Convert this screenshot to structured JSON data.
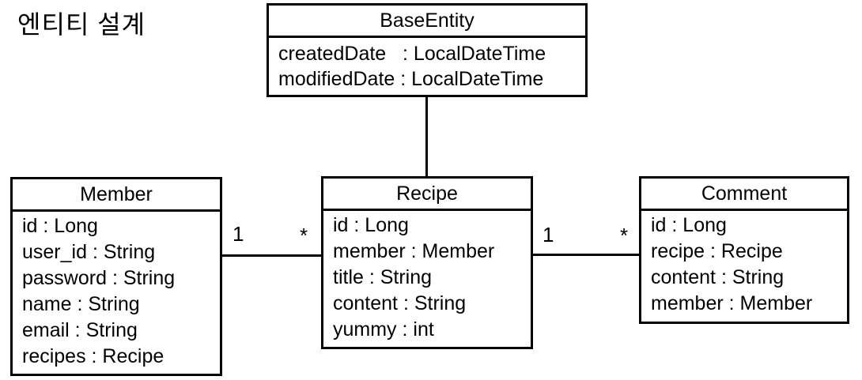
{
  "page": {
    "title": "엔티티 설계",
    "background_color": "#ffffff",
    "line_color": "#000000",
    "text_color": "#000000"
  },
  "diagram": {
    "type": "uml-class-diagram",
    "classes": [
      {
        "id": "base_entity",
        "name": "BaseEntity",
        "attributes": [
          "createdDate   : LocalDateTime",
          "modifiedDate : LocalDateTime"
        ]
      },
      {
        "id": "member",
        "name": "Member",
        "attributes": [
          "id : Long",
          "user_id : String",
          "password : String",
          "name : String",
          "email : String",
          "recipes : Recipe"
        ]
      },
      {
        "id": "recipe",
        "name": "Recipe",
        "attributes": [
          "id : Long",
          "member : Member",
          "title : String",
          "content : String",
          "yummy : int"
        ]
      },
      {
        "id": "comment",
        "name": "Comment",
        "attributes": [
          "id : Long",
          "recipe : Recipe",
          "content : String",
          "member : Member"
        ]
      }
    ],
    "relationships": [
      {
        "from": "Member",
        "to": "Recipe",
        "from_multiplicity": "1",
        "to_multiplicity": "*"
      },
      {
        "from": "Recipe",
        "to": "Comment",
        "from_multiplicity": "1",
        "to_multiplicity": "*"
      },
      {
        "from": "BaseEntity",
        "to": "Recipe",
        "from_multiplicity": "",
        "to_multiplicity": ""
      }
    ]
  }
}
